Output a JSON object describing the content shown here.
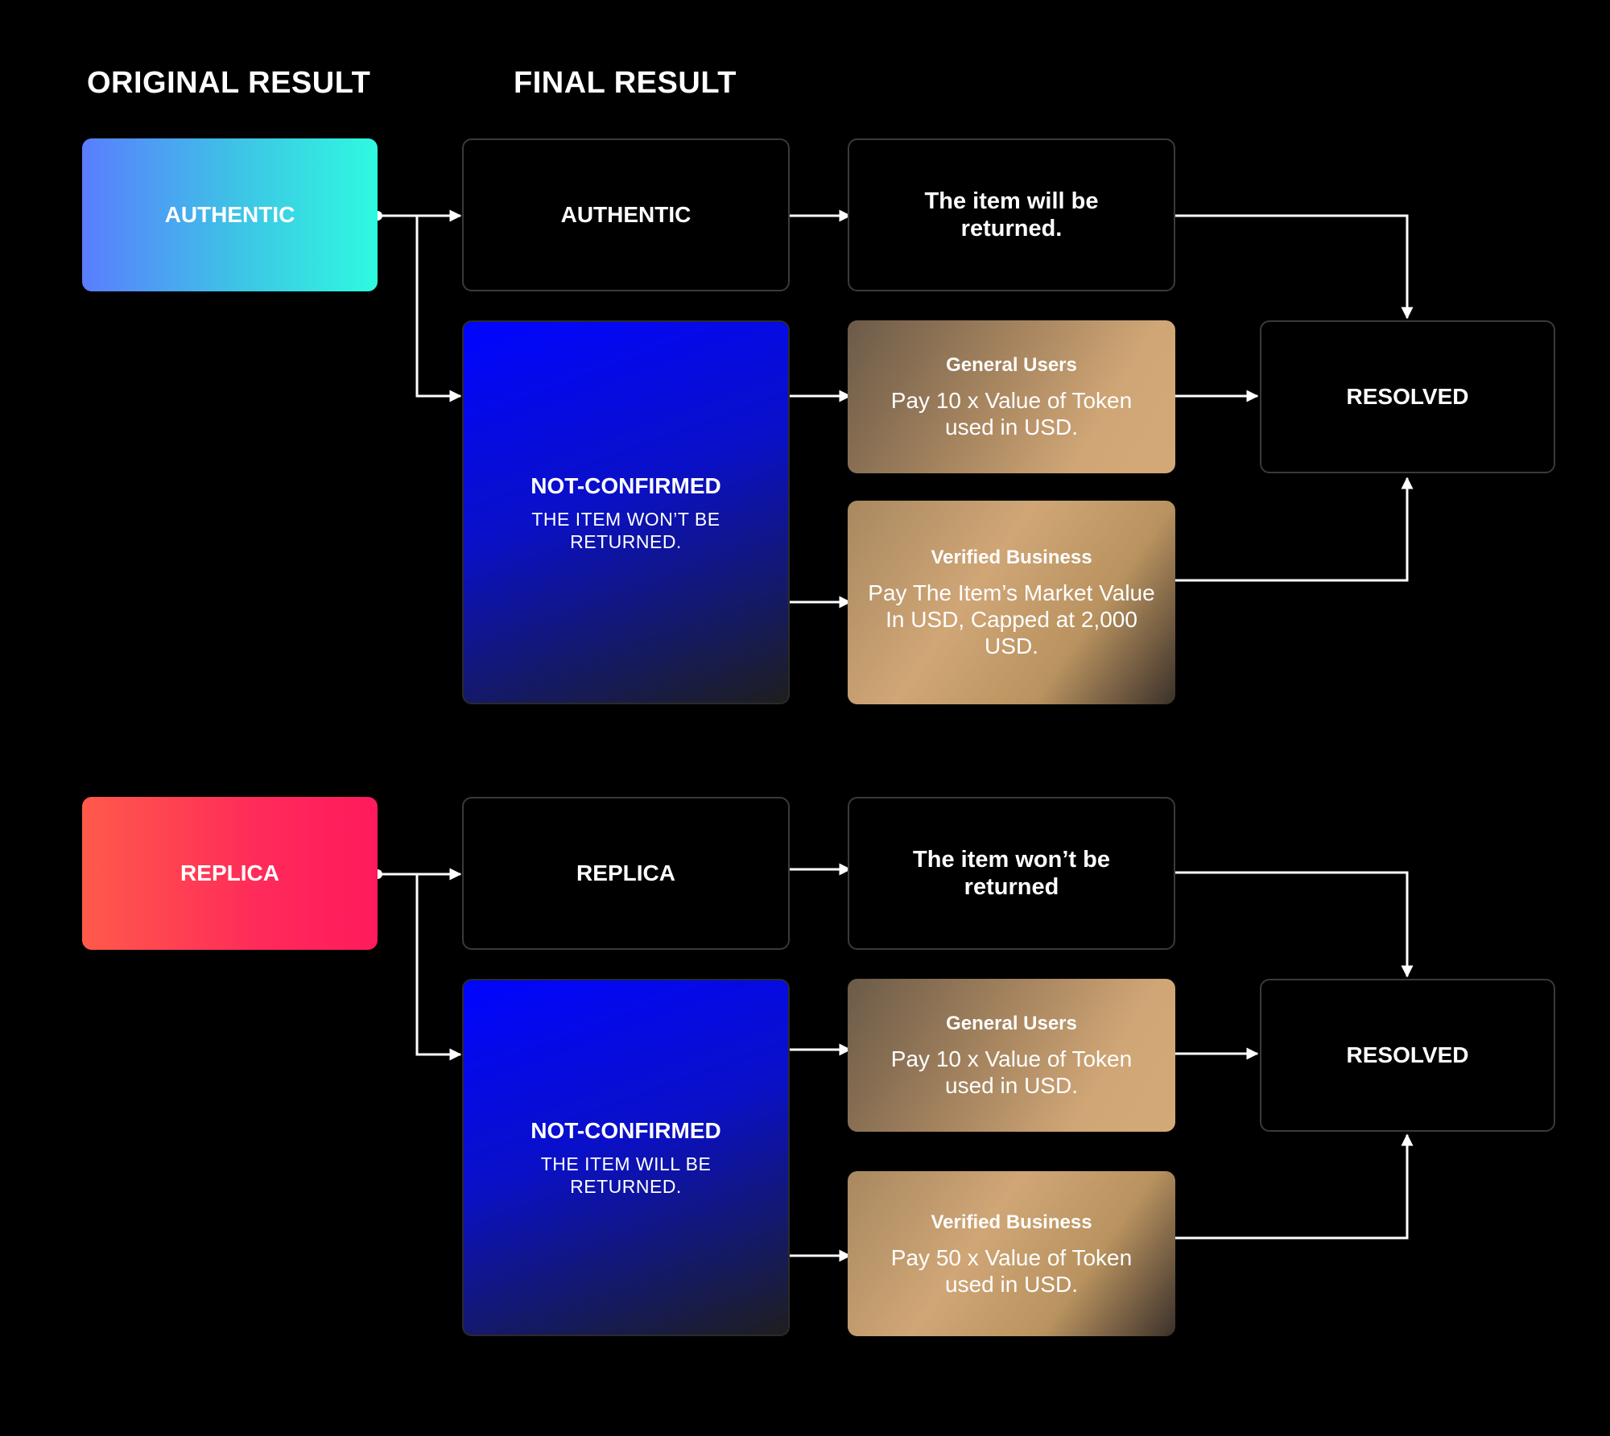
{
  "headers": {
    "original": "ORIGINAL RESULT",
    "final": "FINAL RESULT"
  },
  "authentic_flow": {
    "source": "AUTHENTIC",
    "final_authentic": "AUTHENTIC",
    "returned": "The item will be returned.",
    "not_confirmed_title": "NOT-CONFIRMED",
    "not_confirmed_sub": "THE ITEM WON’T BE RETURNED.",
    "general_title": "General Users",
    "general_body": "Pay 10 x Value of Token used in USD.",
    "business_title": "Verified Business",
    "business_body": "Pay The Item’s Market Value In USD, Capped at 2,000 USD.",
    "resolved": "RESOLVED"
  },
  "replica_flow": {
    "source": "REPLICA",
    "final_replica": "REPLICA",
    "not_returned": "The item won’t be returned",
    "not_confirmed_title": "NOT-CONFIRMED",
    "not_confirmed_sub": "THE ITEM WILL BE RETURNED.",
    "general_title": "General Users",
    "general_body": "Pay 10 x Value of Token used in USD.",
    "business_title": "Verified Business",
    "business_body": "Pay 50 x Value of Token used in USD.",
    "resolved": "RESOLVED"
  }
}
